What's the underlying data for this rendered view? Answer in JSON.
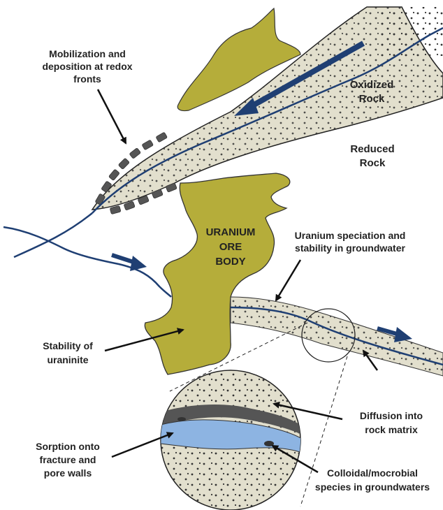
{
  "labels": {
    "mobilization_l1": "Mobilization and",
    "mobilization_l2": "deposition at redox",
    "mobilization_l3": "fronts",
    "oxidized_l1": "Oxidized",
    "oxidized_l2": "Rock",
    "reduced_l1": "Reduced",
    "reduced_l2": "Rock",
    "ore_l1": "URANIUM",
    "ore_l2": "ORE",
    "ore_l3": "BODY",
    "speciation_l1": "Uranium speciation and",
    "speciation_l2": "stability in groundwater",
    "stability_l1": "Stability of",
    "stability_l2": "uraninite",
    "diffusion_l1": "Diffusion into",
    "diffusion_l2": "rock matrix",
    "sorption_l1": "Sorption onto",
    "sorption_l2": "fracture and",
    "sorption_l3": "pore walls",
    "colloidal_l1": "Colloidal/mocrobial",
    "colloidal_l2": "species in groundwaters"
  },
  "colors": {
    "ore_body": "#b5ad3a",
    "oxidized_zone": "#e2dfcd",
    "water": "#1f3f73",
    "fracture_fill": "#8db4e2",
    "text": "#222222"
  }
}
